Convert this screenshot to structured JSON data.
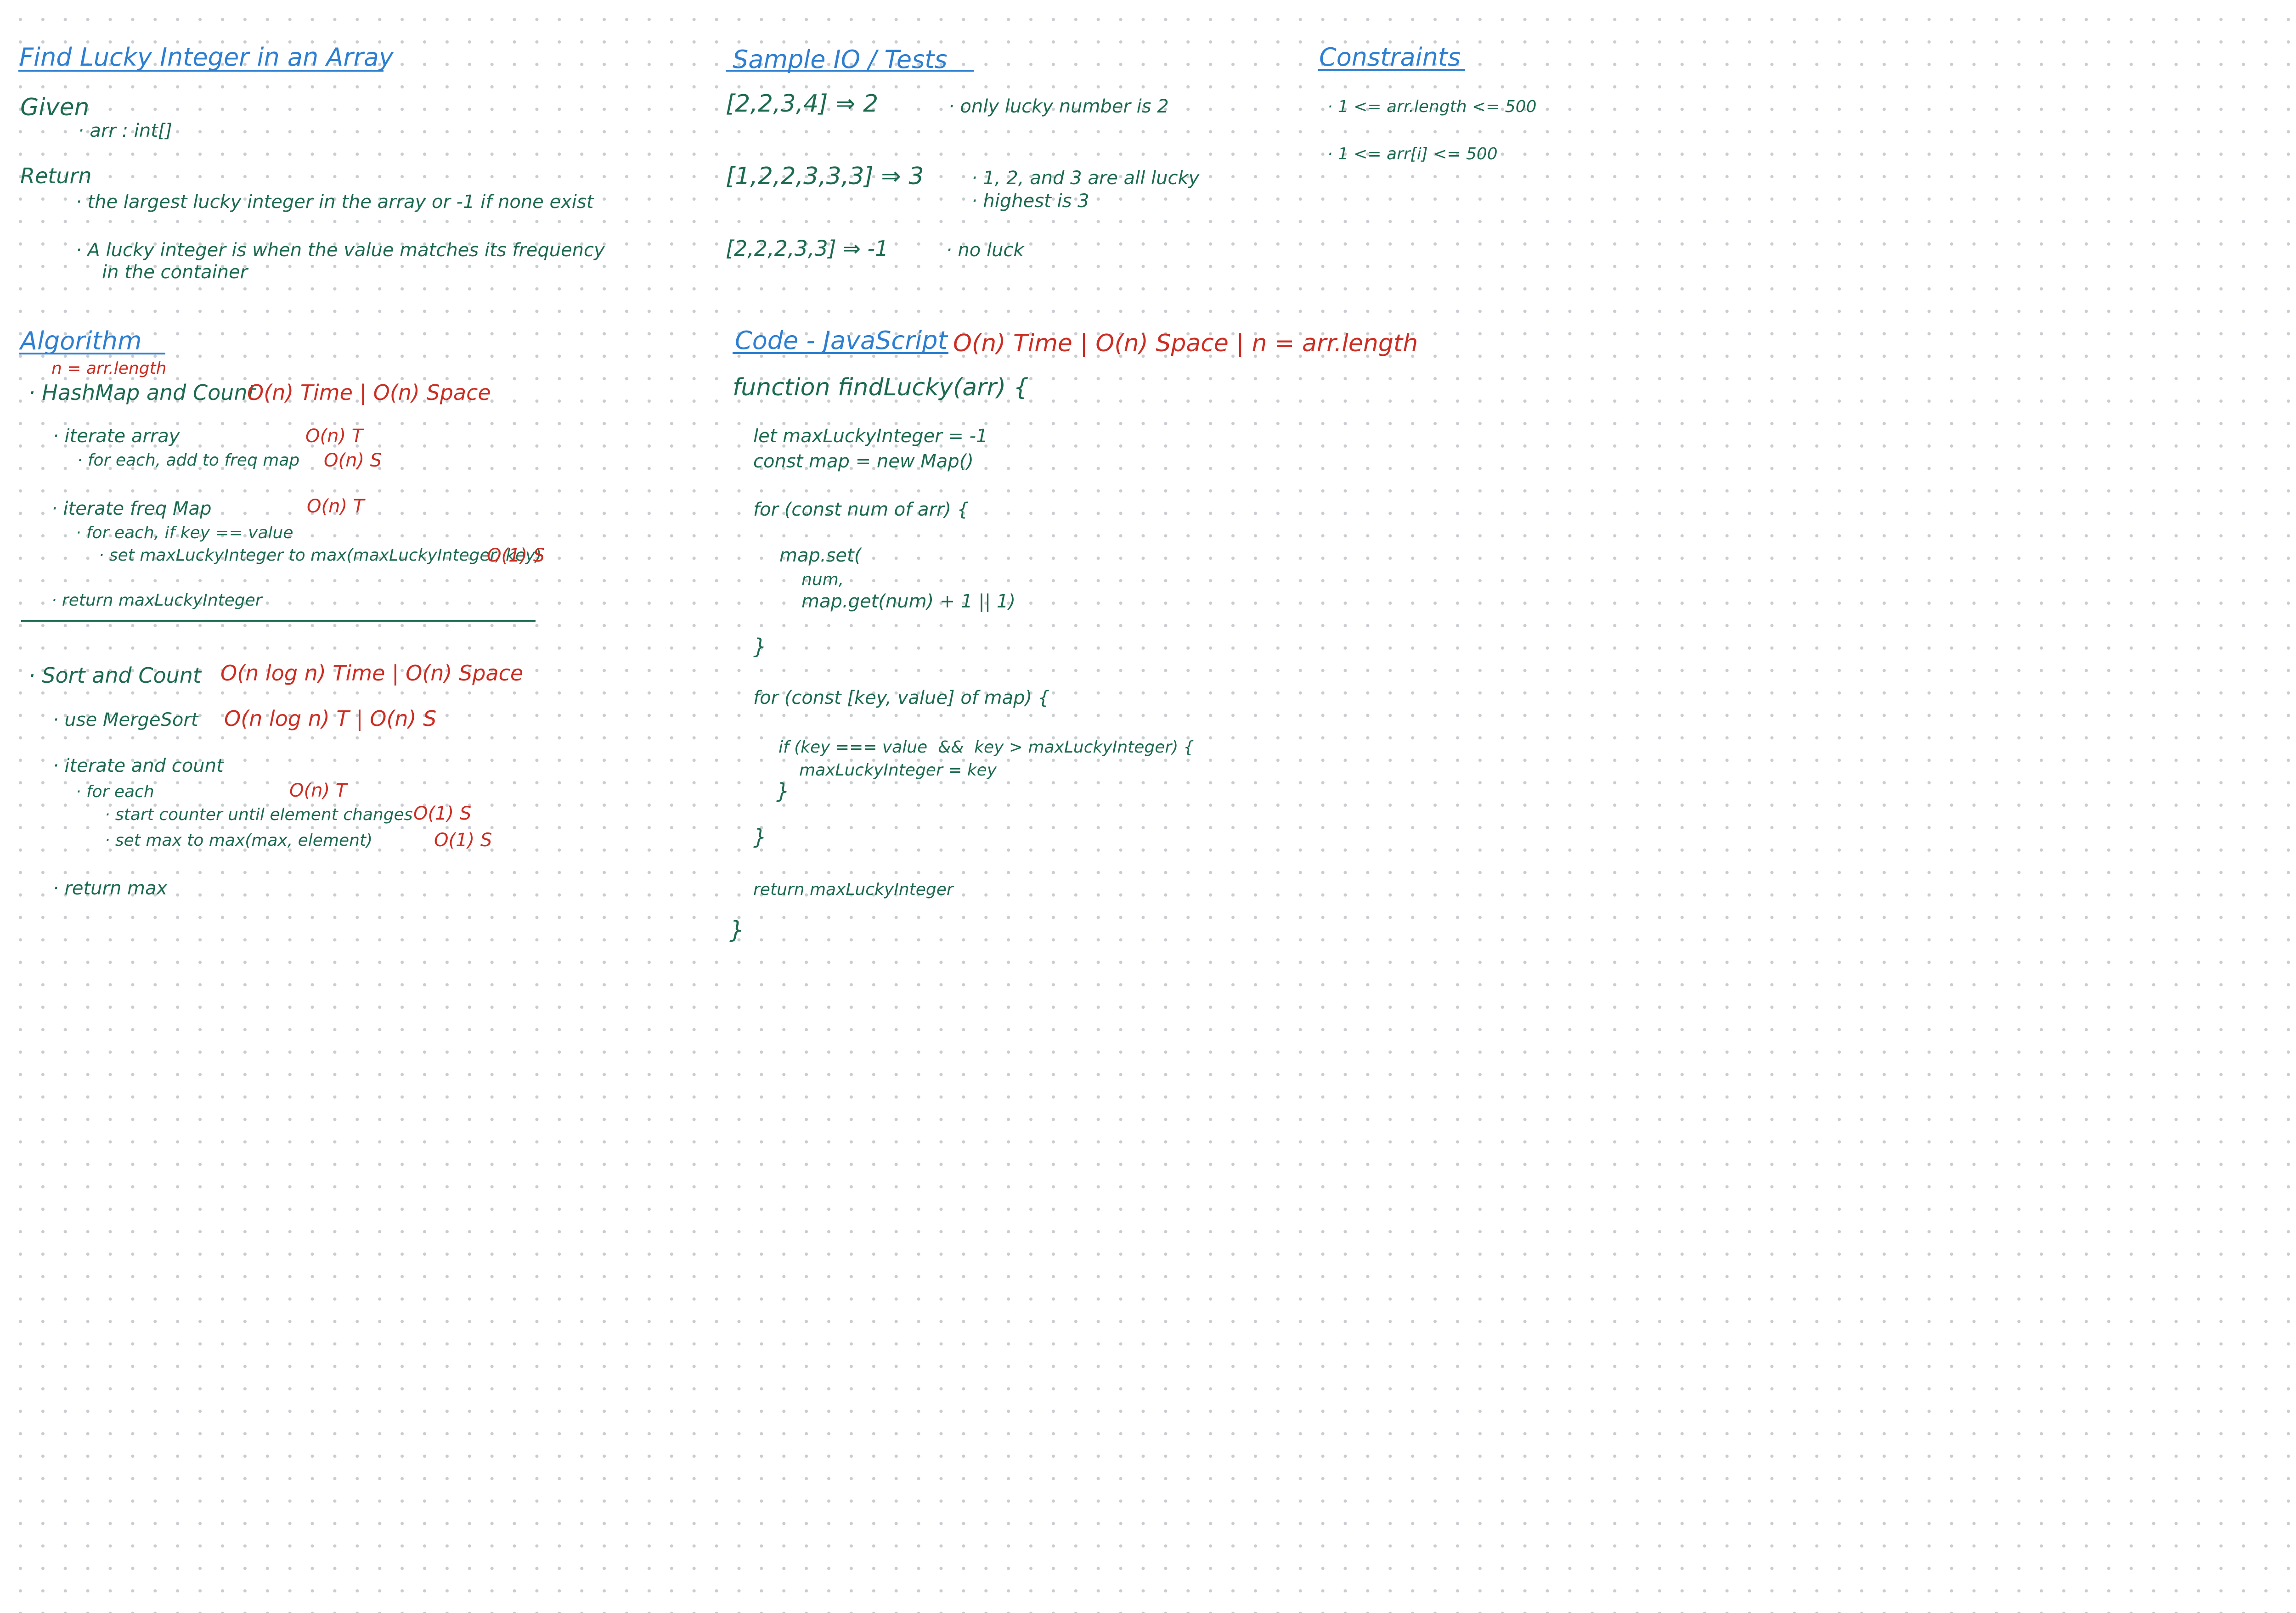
{
  "headings": {
    "problem": "Find Lucky Integer in an Array",
    "samples": "Sample IO / Tests",
    "constraints": "Constraints",
    "algorithm": "Algorithm",
    "code": "Code - JavaScript"
  },
  "problem": {
    "given_label": "Given",
    "given_item": "· arr : int[]",
    "return_label": "Return",
    "return_item1": "· the largest lucky integer in the array or -1 if none exist",
    "return_item2_line1": "· A lucky integer is when the value matches its frequency",
    "return_item2_line2": "in the container"
  },
  "samples": {
    "s1_input": "[2,2,3,4] ⇒ 2",
    "s1_note": "· only lucky number is 2",
    "s2_input": "[1,2,2,3,3,3] ⇒ 3",
    "s2_note1": "· 1, 2, and 3 are all lucky",
    "s2_note2": "· highest is 3",
    "s3_input": "[2,2,2,3,3] ⇒ -1",
    "s3_note": "· no luck"
  },
  "constraints": {
    "c1": "· 1 <= arr.length <= 500",
    "c2": "· 1 <= arr[i] <= 500"
  },
  "algorithm": {
    "n_def": "n = arr.length",
    "a1_title": "· HashMap and Count",
    "a1_complexity": "O(n) Time | O(n) Space",
    "a1_step1": "· iterate array",
    "a1_step1_c": "O(n) T",
    "a1_step1a": "· for each, add to freq map",
    "a1_step1a_c": "O(n) S",
    "a1_step2": "· iterate freq Map",
    "a1_step2_c": "O(n) T",
    "a1_step2a": "· for each, if key == value",
    "a1_step2b": "· set maxLuckyInteger to max(maxLuckyInteger, key)",
    "a1_step2b_c": "O(1) S",
    "a1_step3": "· return maxLuckyInteger",
    "a2_title": "· Sort and Count",
    "a2_complexity": "O(n log n) Time | O(n) Space",
    "a2_step1": "· use MergeSort",
    "a2_step1_c": "O(n log n) T | O(n) S",
    "a2_step2": "· iterate and count",
    "a2_step2a": "· for each",
    "a2_step2a_c": "O(n) T",
    "a2_step2b": "· start counter until element changes",
    "a2_step2b_c": "O(1) S",
    "a2_step2c": "· set max to max(max, element)",
    "a2_step2c_c": "O(1) S",
    "a2_step3": "· return max"
  },
  "code": {
    "complexity": "O(n) Time | O(n) Space | n = arr.length",
    "l1": "function findLucky(arr) {",
    "l2": "let maxLuckyInteger = -1",
    "l3": "const map = new Map()",
    "l4": "for (const num of arr) {",
    "l5": "map.set(",
    "l6": "num,",
    "l7": "map.get(num) + 1 || 1)",
    "l8": "}",
    "l9": "for (const [key, value] of map) {",
    "l10": "if (key === value  &&  key > maxLuckyInteger) {",
    "l11": "maxLuckyInteger = key",
    "l12": "}",
    "l13": "}",
    "l14": "return maxLuckyInteger",
    "l15": "}"
  }
}
